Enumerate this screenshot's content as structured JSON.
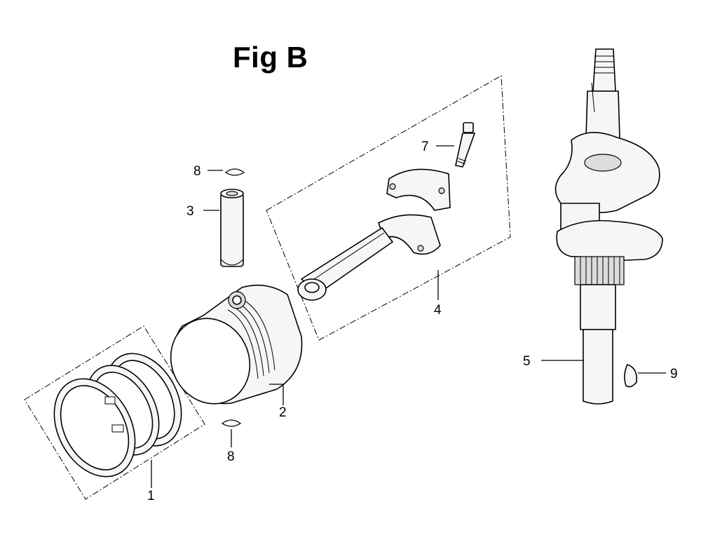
{
  "figure": {
    "title": "Fig B"
  },
  "callouts": [
    {
      "id": "1",
      "label": "1"
    },
    {
      "id": "2",
      "label": "2"
    },
    {
      "id": "3",
      "label": "3"
    },
    {
      "id": "4",
      "label": "4"
    },
    {
      "id": "5",
      "label": "5"
    },
    {
      "id": "7",
      "label": "7"
    },
    {
      "id": "8a",
      "label": "8"
    },
    {
      "id": "8b",
      "label": "8"
    },
    {
      "id": "9",
      "label": "9"
    }
  ]
}
